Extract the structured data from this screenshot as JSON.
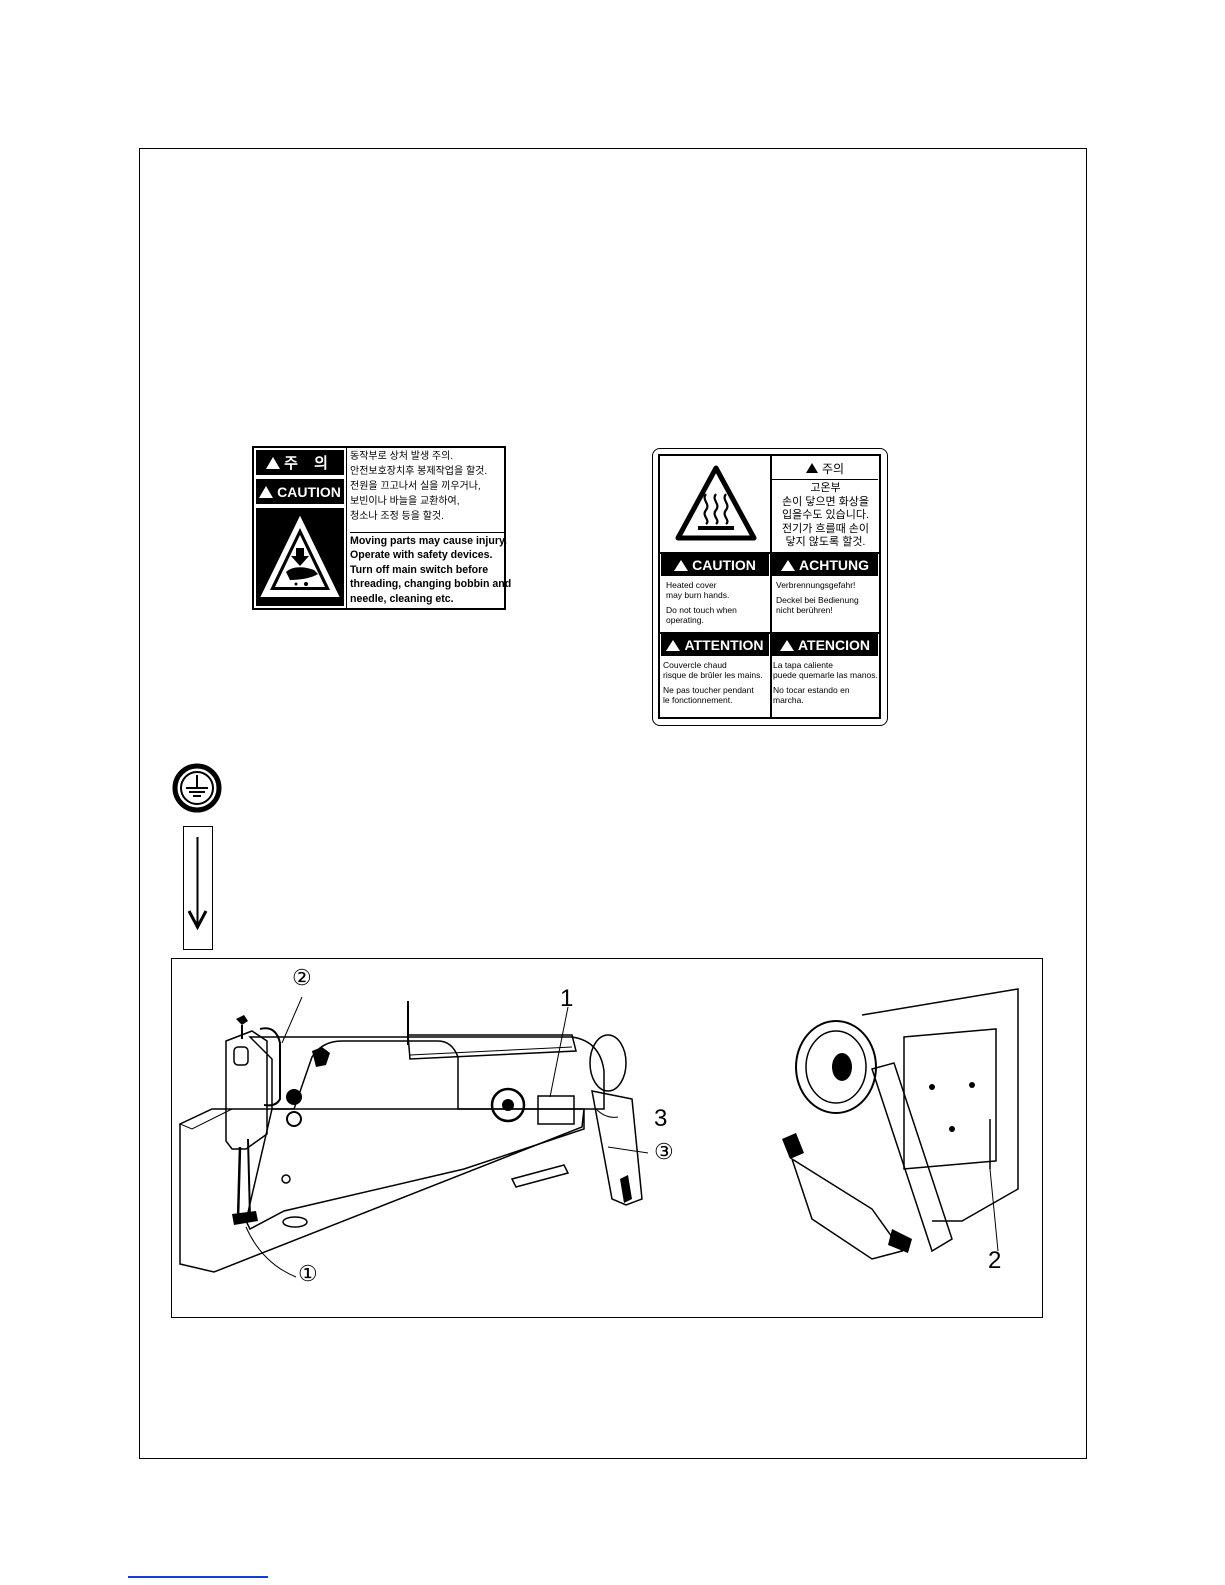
{
  "label_moving_parts": {
    "kr_header": "주 의",
    "caution_header": "CAUTION",
    "kr_lines": [
      "동작부로 상처 발생 주의.",
      "안전보호장치후 봉제작업을 할것.",
      "전원을 끄고나서 실을 끼우거나,",
      "보빈이나 바늘을 교환하여,",
      "청소나 조정 등을 할것."
    ],
    "en_lines": [
      "Moving parts may cause injury.",
      "Operate with safety devices.",
      "Turn off main switch before",
      "threading, changing bobbin and",
      "needle, cleaning etc."
    ]
  },
  "label_heated_cover": {
    "kr_header": "주의",
    "kr_lines": [
      "고온부",
      "손이 닿으면 화상을",
      "입을수도 있습니다.",
      "전기가 흐를때 손이",
      "닿지 않도록 할것."
    ],
    "caution": {
      "title": "CAUTION",
      "lines1": [
        "Heated cover",
        "may burn hands."
      ],
      "lines2": [
        "Do not touch when",
        "operating."
      ]
    },
    "achtung": {
      "title": "ACHTUNG",
      "lines1": [
        "Verbrennungsgefahr!"
      ],
      "lines2": [
        "Deckel bei Bedienung",
        "nicht berühren!"
      ]
    },
    "attention": {
      "title": "ATTENTION",
      "lines1": [
        "Couvercle chaud",
        "risque de brûler les mains."
      ],
      "lines2": [
        "Ne pas toucher pendant",
        "le fonctionnement."
      ]
    },
    "atencion": {
      "title": "ATENCION",
      "lines1": [
        "La tapa caliente",
        "puede quemarle las manos."
      ],
      "lines2": [
        "No tocar estando en",
        "marcha."
      ]
    }
  },
  "figure_callouts": {
    "c2": "②",
    "n1": "1",
    "n3": "3",
    "c3": "③",
    "c1": "①",
    "n2": "2"
  }
}
